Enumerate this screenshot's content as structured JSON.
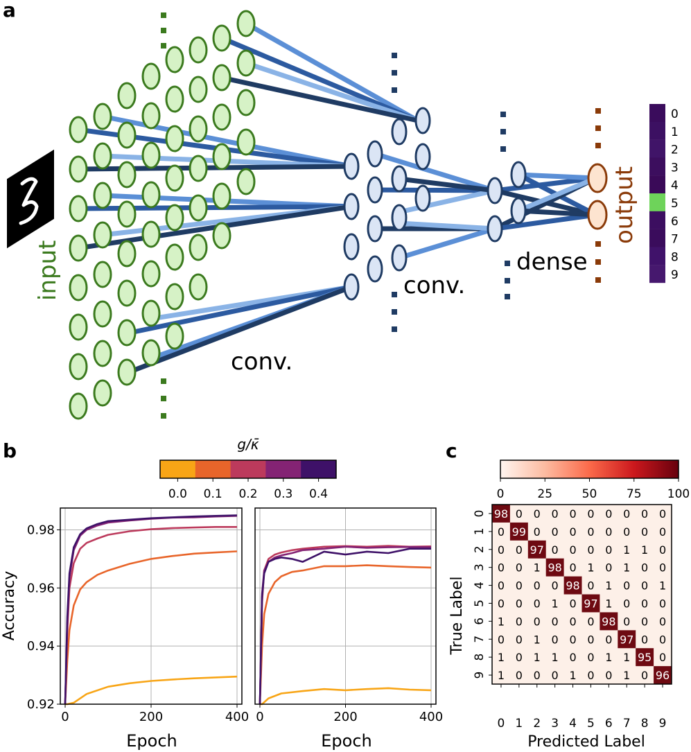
{
  "panels": {
    "a": "a",
    "b": "b",
    "c": "c"
  },
  "colors": {
    "input_green": "#3b7a1e",
    "input_fill": "#d6f2c6",
    "net_blue": "#1f3b63",
    "node_fill": "#dbe5f5",
    "output_brown": "#8a3a08",
    "output_fill": "#fde4d0",
    "prob_highlight": "#6ed35a",
    "prob_dark": "#3a0c5c"
  },
  "diagram": {
    "input_label": "input",
    "conv1_label": "conv.",
    "conv2_label": "conv.",
    "dense_label": "dense",
    "output_label": "output",
    "output_classes": [
      "0",
      "1",
      "2",
      "3",
      "4",
      "5",
      "6",
      "7",
      "8",
      "9"
    ],
    "highlighted_class": "5"
  },
  "colorbar_b": {
    "title": "g/κ̄",
    "ticks": [
      "0.0",
      "0.1",
      "0.2",
      "0.3",
      "0.4"
    ],
    "colors": [
      "#f8a516",
      "#e8652a",
      "#bc3a5c",
      "#842374",
      "#3e1168"
    ]
  },
  "colorbar_c": {
    "ticks": [
      "0",
      "25",
      "50",
      "75",
      "100"
    ],
    "range": [
      0,
      100
    ]
  },
  "chart_data": [
    {
      "type": "line",
      "xlabel": "Epoch",
      "ylabel": "Accuracy",
      "xlim": [
        0,
        400
      ],
      "ylim": [
        0.92,
        0.9875
      ],
      "xticks": [
        "0",
        "200",
        "400"
      ],
      "yticks": [
        "0.92",
        "0.94",
        "0.96",
        "0.98"
      ],
      "grid": true,
      "series": [
        {
          "g": 0.0,
          "x": [
            0,
            5,
            20,
            50,
            100,
            150,
            200,
            250,
            300,
            350,
            400
          ],
          "values": [
            0.92,
            0.92,
            0.9205,
            0.9235,
            0.926,
            0.9272,
            0.928,
            0.9285,
            0.9289,
            0.9292,
            0.9295
          ]
        },
        {
          "g": 0.1,
          "x": [
            0,
            5,
            10,
            20,
            35,
            50,
            75,
            100,
            150,
            200,
            250,
            300,
            350,
            400
          ],
          "values": [
            0.92,
            0.935,
            0.9455,
            0.954,
            0.9595,
            0.962,
            0.9645,
            0.966,
            0.9683,
            0.97,
            0.971,
            0.9718,
            0.9722,
            0.9726
          ]
        },
        {
          "g": 0.2,
          "x": [
            0,
            5,
            10,
            20,
            35,
            50,
            75,
            100,
            150,
            200,
            250,
            300,
            350,
            400
          ],
          "values": [
            0.92,
            0.945,
            0.96,
            0.9685,
            0.9735,
            0.9755,
            0.977,
            0.9783,
            0.9795,
            0.9802,
            0.9806,
            0.9808,
            0.981,
            0.981
          ]
        },
        {
          "g": 0.3,
          "x": [
            0,
            5,
            10,
            20,
            35,
            50,
            75,
            100,
            150,
            200,
            250,
            300,
            350,
            400
          ],
          "values": [
            0.92,
            0.948,
            0.9635,
            0.973,
            0.978,
            0.98,
            0.9815,
            0.9825,
            0.9832,
            0.9838,
            0.9842,
            0.9843,
            0.9846,
            0.9848
          ]
        },
        {
          "g": 0.4,
          "x": [
            0,
            5,
            10,
            20,
            35,
            50,
            75,
            100,
            150,
            200,
            250,
            300,
            350,
            400
          ],
          "values": [
            0.92,
            0.95,
            0.965,
            0.974,
            0.9785,
            0.9805,
            0.982,
            0.983,
            0.9835,
            0.984,
            0.9843,
            0.9846,
            0.9848,
            0.985
          ]
        }
      ]
    },
    {
      "type": "line",
      "xlabel": "Epoch",
      "xlim": [
        0,
        400
      ],
      "ylim": [
        0.92,
        0.9875
      ],
      "xticks": [
        "0",
        "200",
        "400"
      ],
      "grid": true,
      "series": [
        {
          "g": 0.0,
          "x": [
            0,
            5,
            20,
            50,
            100,
            150,
            200,
            250,
            300,
            350,
            400
          ],
          "values": [
            0.92,
            0.92,
            0.922,
            0.9237,
            0.9245,
            0.9252,
            0.9248,
            0.9252,
            0.9255,
            0.925,
            0.9248
          ]
        },
        {
          "g": 0.1,
          "x": [
            0,
            5,
            10,
            20,
            35,
            50,
            75,
            100,
            150,
            200,
            250,
            300,
            350,
            400
          ],
          "values": [
            0.92,
            0.94,
            0.951,
            0.958,
            0.962,
            0.964,
            0.9655,
            0.966,
            0.9675,
            0.9675,
            0.9678,
            0.9675,
            0.9672,
            0.967
          ]
        },
        {
          "g": 0.2,
          "x": [
            0,
            5,
            10,
            20,
            35,
            50,
            75,
            100,
            150,
            200,
            250,
            300,
            350,
            400
          ],
          "values": [
            0.92,
            0.955,
            0.966,
            0.97,
            0.9715,
            0.9722,
            0.973,
            0.9735,
            0.9742,
            0.9744,
            0.9742,
            0.9745,
            0.9742,
            0.9743
          ]
        },
        {
          "g": 0.3,
          "x": [
            0,
            5,
            10,
            20,
            35,
            50,
            75,
            100,
            150,
            200,
            250,
            300,
            350,
            400
          ],
          "values": [
            0.92,
            0.958,
            0.966,
            0.969,
            0.9705,
            0.9712,
            0.972,
            0.973,
            0.9735,
            0.9742,
            0.9738,
            0.974,
            0.9741,
            0.974
          ]
        },
        {
          "g": 0.4,
          "x": [
            0,
            5,
            10,
            20,
            35,
            50,
            75,
            100,
            150,
            200,
            250,
            300,
            350,
            400
          ],
          "values": [
            0.92,
            0.957,
            0.965,
            0.969,
            0.97,
            0.9705,
            0.97,
            0.969,
            0.9725,
            0.9715,
            0.9725,
            0.972,
            0.9735,
            0.9735
          ]
        }
      ]
    },
    {
      "type": "heatmap",
      "xlabel": "Predicted Label",
      "ylabel": "True Label",
      "labels": [
        "0",
        "1",
        "2",
        "3",
        "4",
        "5",
        "6",
        "7",
        "8",
        "9"
      ],
      "values": [
        [
          98,
          0,
          0,
          0,
          0,
          0,
          0,
          0,
          0,
          0
        ],
        [
          0,
          99,
          0,
          0,
          0,
          0,
          0,
          0,
          0,
          0
        ],
        [
          0,
          0,
          97,
          0,
          0,
          0,
          0,
          1,
          1,
          0
        ],
        [
          0,
          0,
          1,
          98,
          0,
          1,
          0,
          1,
          0,
          0
        ],
        [
          0,
          0,
          0,
          0,
          98,
          0,
          1,
          0,
          0,
          1
        ],
        [
          0,
          0,
          0,
          1,
          0,
          97,
          1,
          0,
          0,
          0
        ],
        [
          1,
          0,
          0,
          0,
          0,
          0,
          98,
          0,
          0,
          0
        ],
        [
          0,
          0,
          1,
          0,
          0,
          0,
          0,
          97,
          0,
          0
        ],
        [
          1,
          0,
          1,
          1,
          0,
          0,
          1,
          1,
          95,
          0
        ],
        [
          1,
          0,
          0,
          0,
          1,
          0,
          0,
          1,
          0,
          96
        ]
      ],
      "range": [
        0,
        100
      ]
    }
  ]
}
